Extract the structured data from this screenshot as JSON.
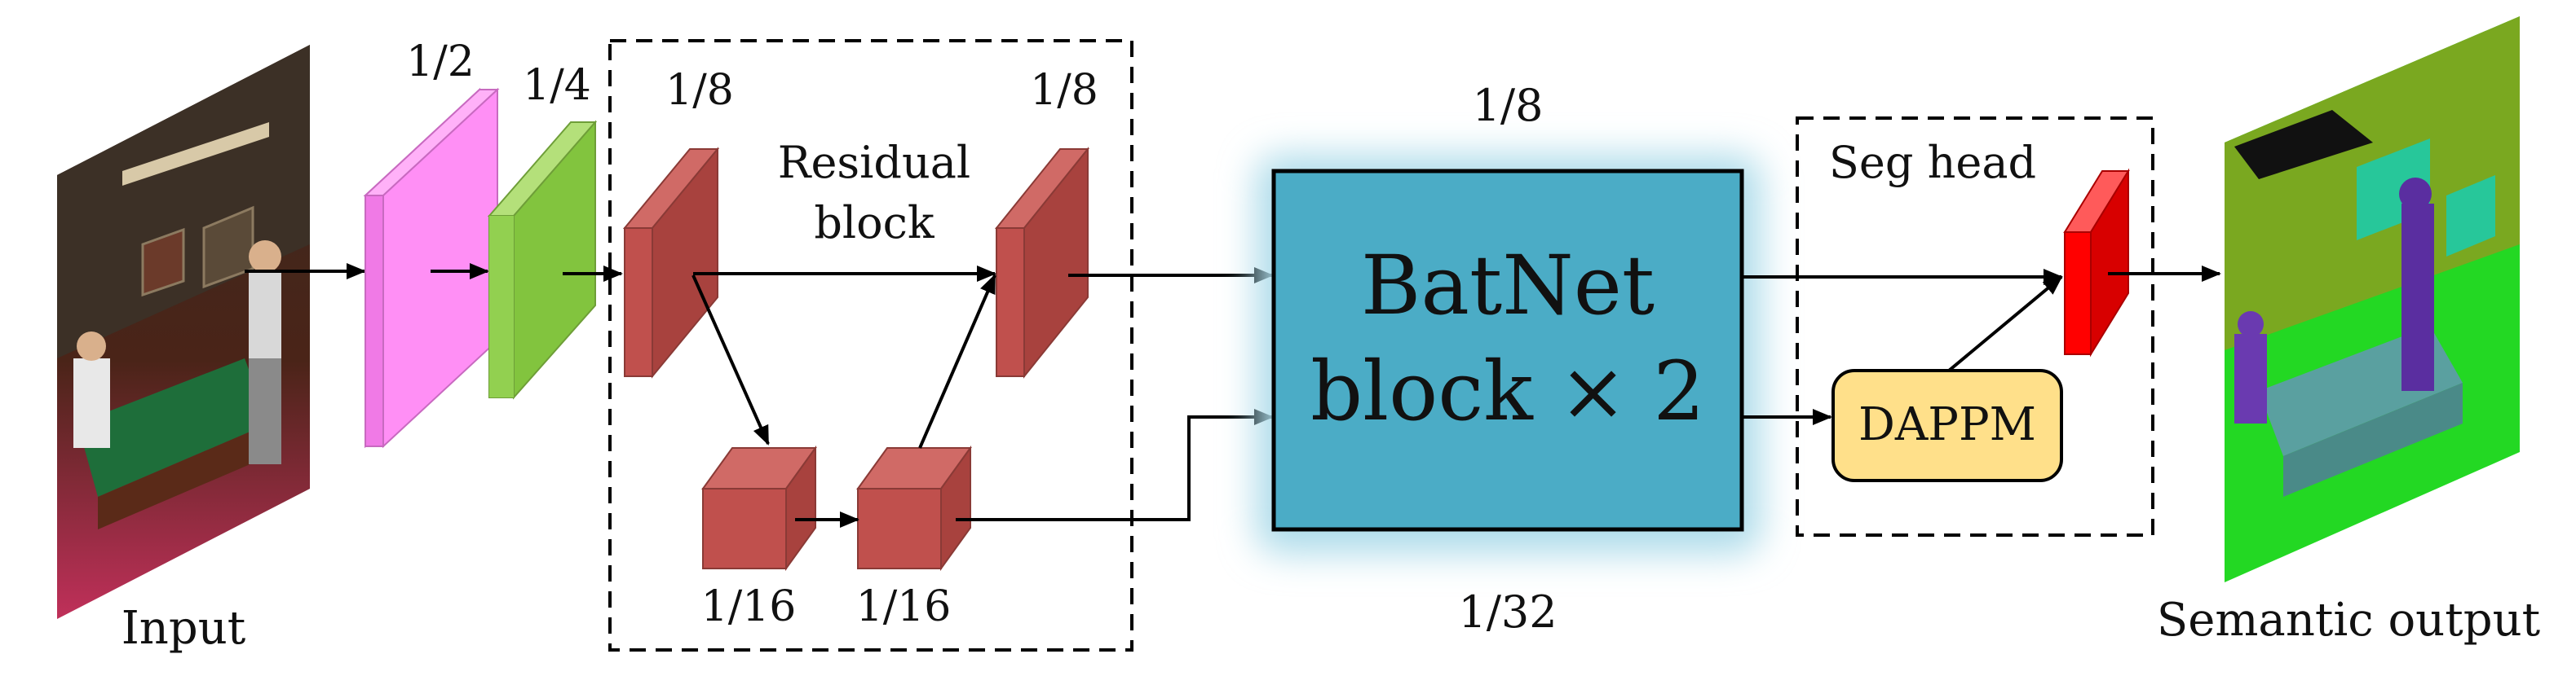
{
  "labels": {
    "input": "Input",
    "half": "1/2",
    "quarter": "1/4",
    "eighth_a": "1/8",
    "eighth_b": "1/8",
    "residual_line1": "Residual",
    "residual_line2": "block",
    "sixteenth_a": "1/16",
    "sixteenth_b": "1/16",
    "batnet_eighth": "1/8",
    "batnet_line1": "BatNet",
    "batnet_line2": "block × 2",
    "batnet_thirtysecond": "1/32",
    "seg_head": "Seg head",
    "dappm": "DAPPM",
    "semantic_output": "Semantic output"
  },
  "colors": {
    "pink_block": "#ff8ff5",
    "green_block": "#92d050",
    "red_brown_block": "#c0504d",
    "batnet_fill": "#4bacc6",
    "batnet_glow": "#aedcea",
    "dappm_fill": "#ffe08a",
    "seg_red": "#ff0000"
  },
  "icons": {
    "input_image": "billiard-room-photo",
    "output_image": "segmentation-mask"
  }
}
